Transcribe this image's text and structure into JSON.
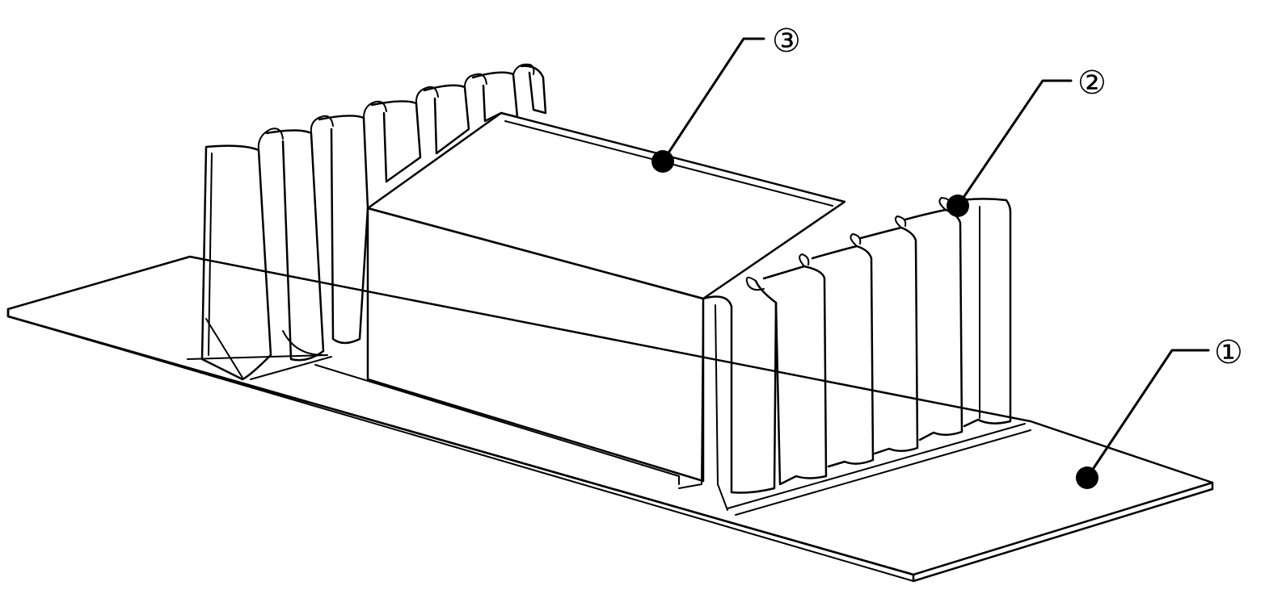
{
  "figure": {
    "callouts": [
      {
        "id": "1",
        "label": "①"
      },
      {
        "id": "2",
        "label": "②"
      },
      {
        "id": "3",
        "label": "③"
      }
    ]
  },
  "colors": {
    "line": "#000000",
    "fill": "#ffffff"
  }
}
